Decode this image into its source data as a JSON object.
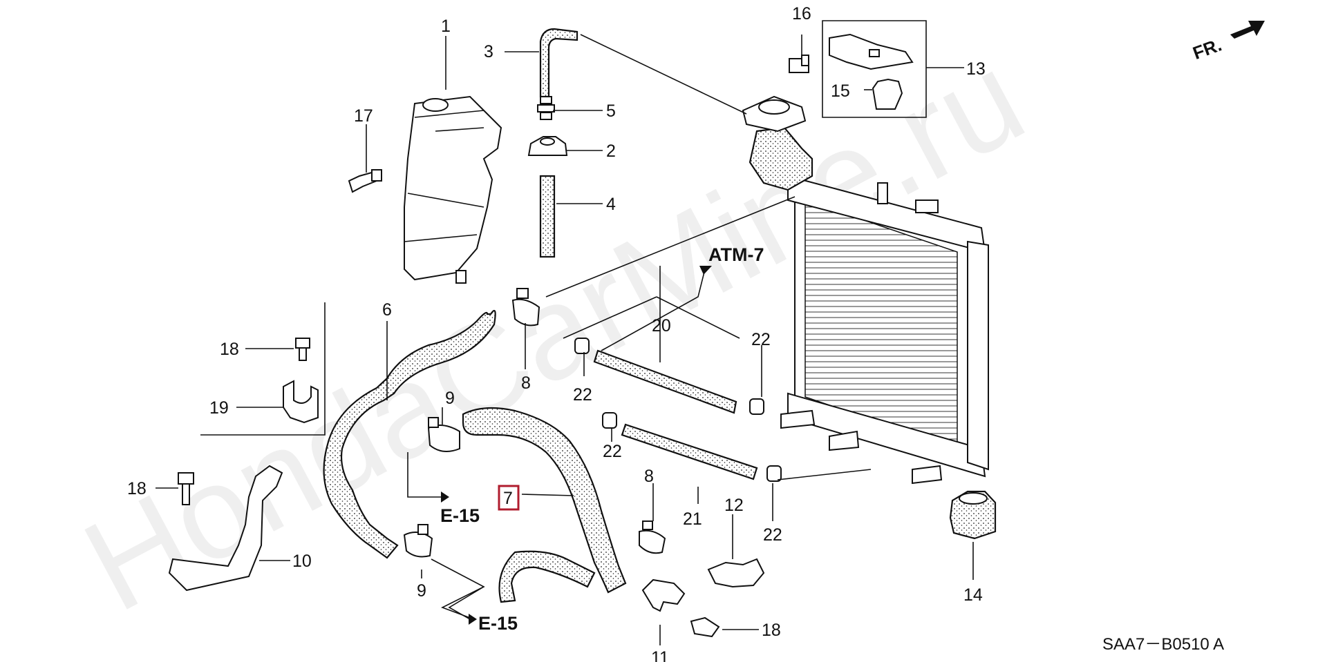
{
  "watermark": "HondaCarMine.ru",
  "direction_label": "FR.",
  "diagram_code": "SAA7－B0510  A",
  "references": {
    "atm": "ATM-7",
    "e15_top": "E-15",
    "e15_bottom": "E-15"
  },
  "highlighted_callout": "7",
  "callouts": {
    "c1": "1",
    "c2": "2",
    "c3": "3",
    "c4": "4",
    "c5": "5",
    "c6": "6",
    "c8a": "8",
    "c8b": "8",
    "c9a": "9",
    "c9b": "9",
    "c10": "10",
    "c11": "11",
    "c12": "12",
    "c13": "13",
    "c14": "14",
    "c15": "15",
    "c16": "16",
    "c17": "17",
    "c18a": "18",
    "c18b": "18",
    "c18c": "18",
    "c19": "19",
    "c20": "20",
    "c21": "21",
    "c22a": "22",
    "c22b": "22",
    "c22c": "22",
    "c22d": "22"
  }
}
